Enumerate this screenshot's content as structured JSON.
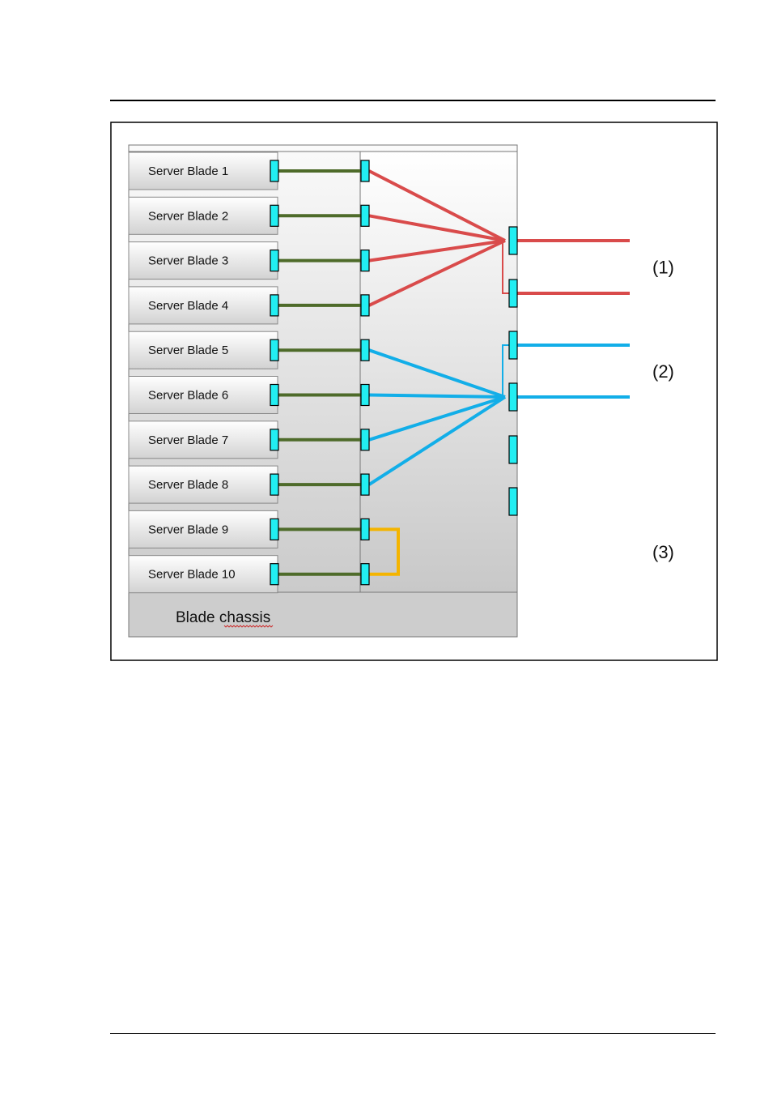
{
  "diagram": {
    "chassis_label": "Blade chassis",
    "blades": [
      {
        "label": "Server Blade 1"
      },
      {
        "label": "Server Blade 2"
      },
      {
        "label": "Server Blade 3"
      },
      {
        "label": "Server Blade 4"
      },
      {
        "label": "Server Blade 5"
      },
      {
        "label": "Server Blade 6"
      },
      {
        "label": "Server Blade 7"
      },
      {
        "label": "Server Blade 8"
      },
      {
        "label": "Server Blade 9"
      },
      {
        "label": "Server Blade 10"
      }
    ],
    "groups": [
      {
        "label": "(1)",
        "color": "#d94b4b",
        "blades": [
          1,
          2,
          3,
          4
        ],
        "uplink_ports": [
          1,
          2
        ]
      },
      {
        "label": "(2)",
        "color": "#12aee8",
        "blades": [
          5,
          6,
          7,
          8
        ],
        "uplink_ports": [
          3,
          4
        ]
      },
      {
        "label": "(3)",
        "color": "#f4b400",
        "blades": [
          9,
          10
        ],
        "uplink_ports": []
      }
    ],
    "colors": {
      "port": "#22eef2",
      "blade_link": "#4e6b2a",
      "panel_gradient_top": "#ffffff",
      "panel_gradient_bottom": "#c9c9c9"
    }
  }
}
